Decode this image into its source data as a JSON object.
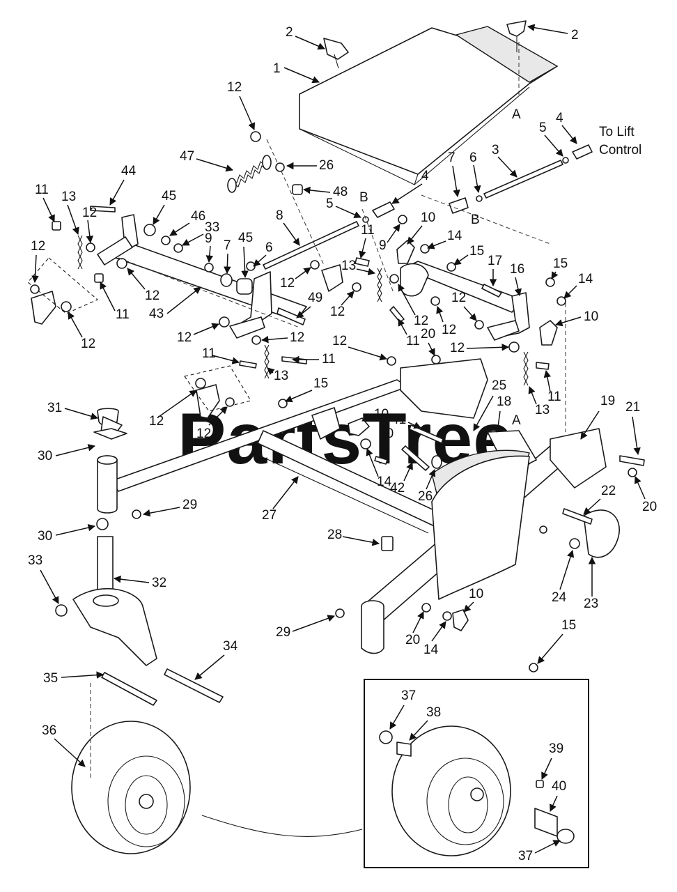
{
  "watermark": "PartsTree",
  "note": {
    "line1": "To Lift",
    "line2": "Control"
  },
  "ref_labels": {
    "a_top": "A",
    "a_right": "A",
    "b_left": "B",
    "b_right": "B"
  },
  "callouts": {
    "c1": "1",
    "c2a": "2",
    "c2b": "2",
    "c3": "3",
    "c4a": "4",
    "c4b": "4",
    "c5a": "5",
    "c5b": "5",
    "c6a": "6",
    "c6b": "6",
    "c7a": "7",
    "c7b": "7",
    "c8": "8",
    "c9a": "9",
    "c9b": "9",
    "c10a": "10",
    "c10b": "10",
    "c10c": "10",
    "c10d": "10",
    "c11a": "11",
    "c11b": "11",
    "c11c": "11",
    "c11d": "11",
    "c11e": "11",
    "c11f": "11",
    "c11g": "11",
    "c12a": "12",
    "c12b": "12",
    "c12c": "12",
    "c12d": "12",
    "c12e": "12",
    "c12f": "12",
    "c12g": "12",
    "c12h": "12",
    "c12i": "12",
    "c12j": "12",
    "c12k": "12",
    "c12l": "12",
    "c12m": "12",
    "c12n": "12",
    "c12o": "12",
    "c12p": "12",
    "c12q": "12",
    "c12r": "12",
    "c13a": "13",
    "c13b": "13",
    "c13c": "13",
    "c13d": "13",
    "c14a": "14",
    "c14b": "14",
    "c14c": "14",
    "c14d": "14",
    "c15a": "15",
    "c15b": "15",
    "c15c": "15",
    "c15d": "15",
    "c16": "16",
    "c17": "17",
    "c18": "18",
    "c19": "19",
    "c20a": "20",
    "c20b": "20",
    "c20c": "20",
    "c20d": "20",
    "c21": "21",
    "c22": "22",
    "c23": "23",
    "c24": "24",
    "c25": "25",
    "c26a": "26",
    "c26b": "26",
    "c27": "27",
    "c28": "28",
    "c29a": "29",
    "c29b": "29",
    "c30a": "30",
    "c30b": "30",
    "c31": "31",
    "c32": "32",
    "c33a": "33",
    "c33b": "33",
    "c34": "34",
    "c35": "35",
    "c36": "36",
    "c37a": "37",
    "c37b": "37",
    "c38": "38",
    "c39": "39",
    "c40": "40",
    "c41": "41",
    "c42": "42",
    "c43": "43",
    "c44": "44",
    "c45a": "45",
    "c45b": "45",
    "c46": "46",
    "c47": "47",
    "c48": "48",
    "c49": "49"
  }
}
